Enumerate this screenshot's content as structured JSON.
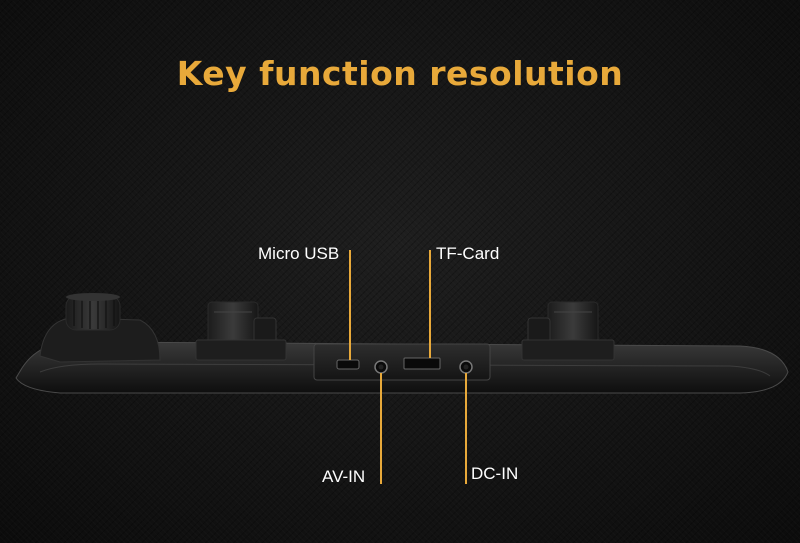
{
  "title": "Key function resolution",
  "colors": {
    "accent": "#e8a93a",
    "label_text": "#ffffff",
    "background": "#141414"
  },
  "callouts": {
    "micro_usb": "Micro USB",
    "tf_card": "TF-Card",
    "av_in": "AV-IN",
    "dc_in": "DC-IN"
  }
}
